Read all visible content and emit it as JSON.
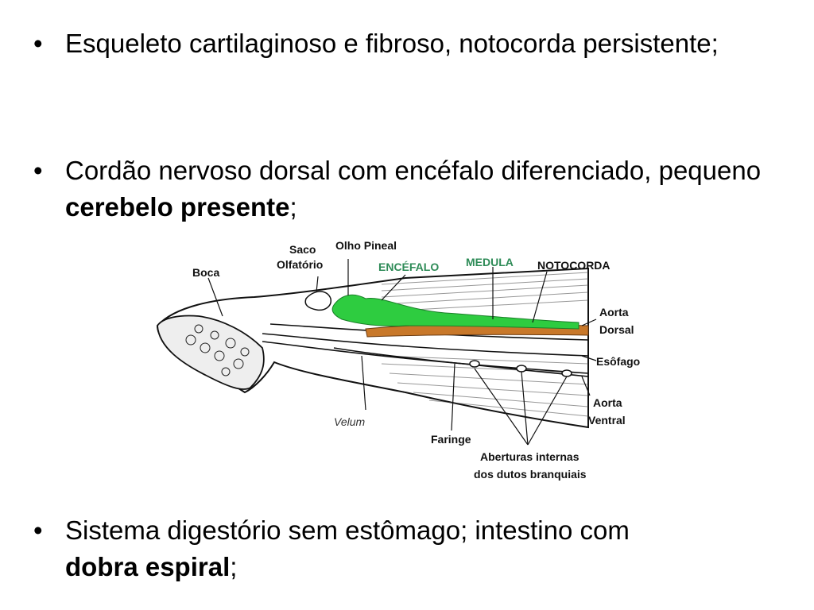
{
  "bullets": [
    {
      "text": "Esqueleto cartilaginoso e fibroso, notocorda persistente;",
      "bold": "",
      "after": ""
    },
    {
      "text": "Cordão nervoso dorsal com encéfalo diferenciado, pequeno ",
      "bold": "cerebelo presente",
      "after": ";"
    },
    {
      "text": "Sistema digestório sem estômago; intestino com ",
      "bold": "dobra espiral",
      "after": ";"
    }
  ],
  "bullet_symbol": "•",
  "diagram": {
    "labels": {
      "boca": "Boca",
      "saco": "Saco",
      "olfatorio": "Olfatório",
      "olho_pineal": "Olho Pineal",
      "encefalo": "ENCÉFALO",
      "medula": "MEDULA",
      "notocorda": "NOTOCORDA",
      "aorta_dorsal_1": "Aorta",
      "aorta_dorsal_2": "Dorsal",
      "esofago": "Esôfago",
      "aorta_ventral_1": "Aorta",
      "aorta_ventral_2": "Ventral",
      "velum": "Velum",
      "faringe": "Faringe",
      "aberturas_1": "Aberturas internas",
      "aberturas_2": "dos dutos branquiais"
    },
    "colors": {
      "brain": "#2ecc40",
      "notochord": "#c8782a",
      "highlight_label": "#2e8b57"
    }
  }
}
